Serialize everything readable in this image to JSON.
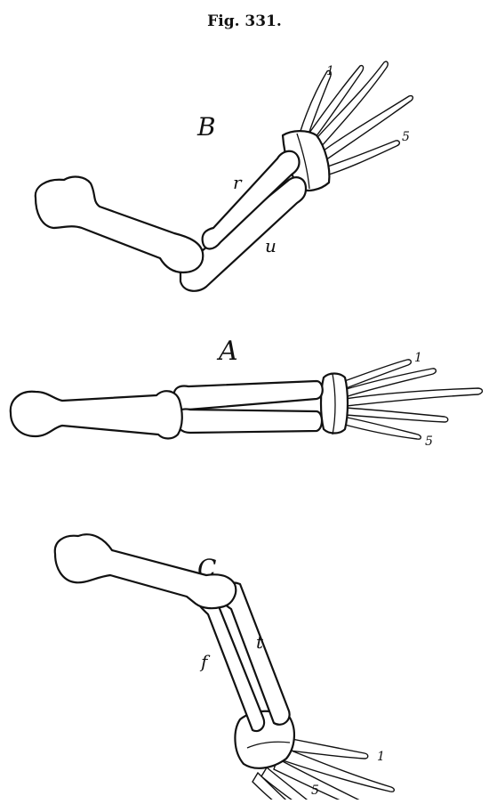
{
  "caption": "Fig. 331.",
  "panels": {
    "b": {
      "letter": "B",
      "radius_label": "r",
      "ulna_label": "u",
      "digit_first": "1",
      "digit_last": "5"
    },
    "a": {
      "letter": "A",
      "digit_first": "1",
      "digit_last": "5"
    },
    "c": {
      "letter": "C",
      "tibia_label": "t",
      "fibula_label": "f",
      "digit_first": "1",
      "digit_last": "5"
    }
  }
}
